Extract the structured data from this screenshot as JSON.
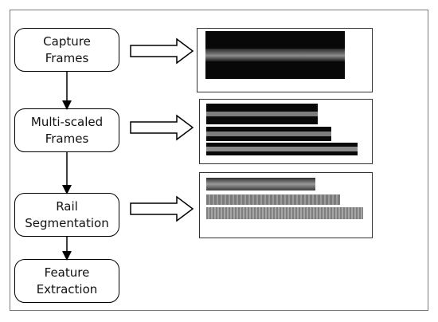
{
  "steps": [
    {
      "line1": "Capture",
      "line2": "Frames"
    },
    {
      "line1": "Multi-scaled",
      "line2": "Frames"
    },
    {
      "line1": "Rail",
      "line2": "Segmentation"
    },
    {
      "line1": "Feature",
      "line2": "Extraction"
    }
  ],
  "colors": {
    "frame_border": "#7a7a7a",
    "box_border": "#000000",
    "strip_dark": "#0a0a0a",
    "rail_texture": "#8c8c8c"
  },
  "icons": [
    "down-arrow-icon",
    "hollow-right-arrow-icon"
  ]
}
